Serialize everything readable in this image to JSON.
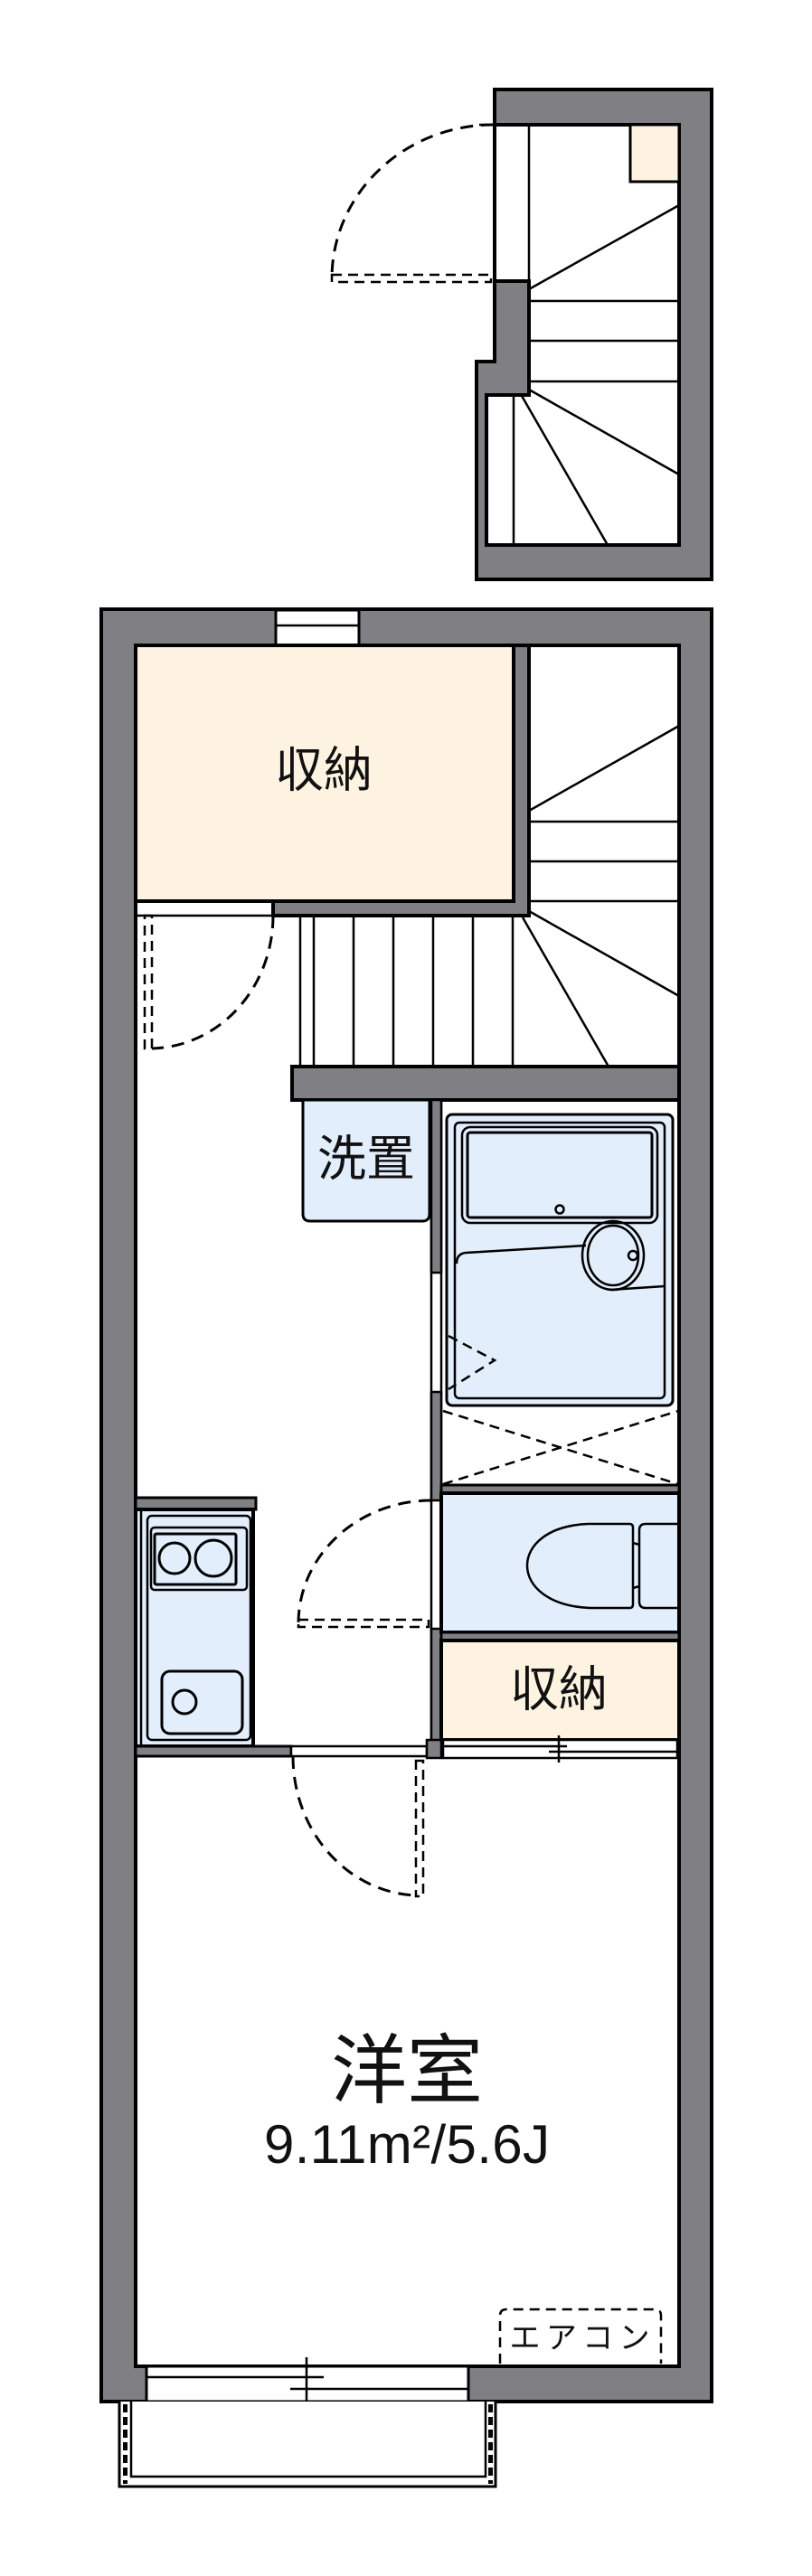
{
  "rooms": {
    "storage_upper": {
      "label": "収納"
    },
    "laundry_space": {
      "label": "洗置"
    },
    "storage_lower": {
      "label": "収納"
    },
    "western_room": {
      "label": "洋室",
      "area": "9.11m²/5.6J"
    }
  },
  "fixtures": {
    "air_conditioner": {
      "label": "エアコン"
    },
    "symbols": [
      "stairs-icon",
      "unit-bath-icon",
      "toilet-icon",
      "stove-icon",
      "kitchen-sink-icon",
      "door-swing-icon",
      "window-icon",
      "balcony-icon"
    ]
  },
  "colors": {
    "wall": "#808084",
    "storage": "#FEF3E1",
    "wet_area": "#E3EEFC",
    "line": "#000000",
    "floor": "#FFFFFF"
  }
}
